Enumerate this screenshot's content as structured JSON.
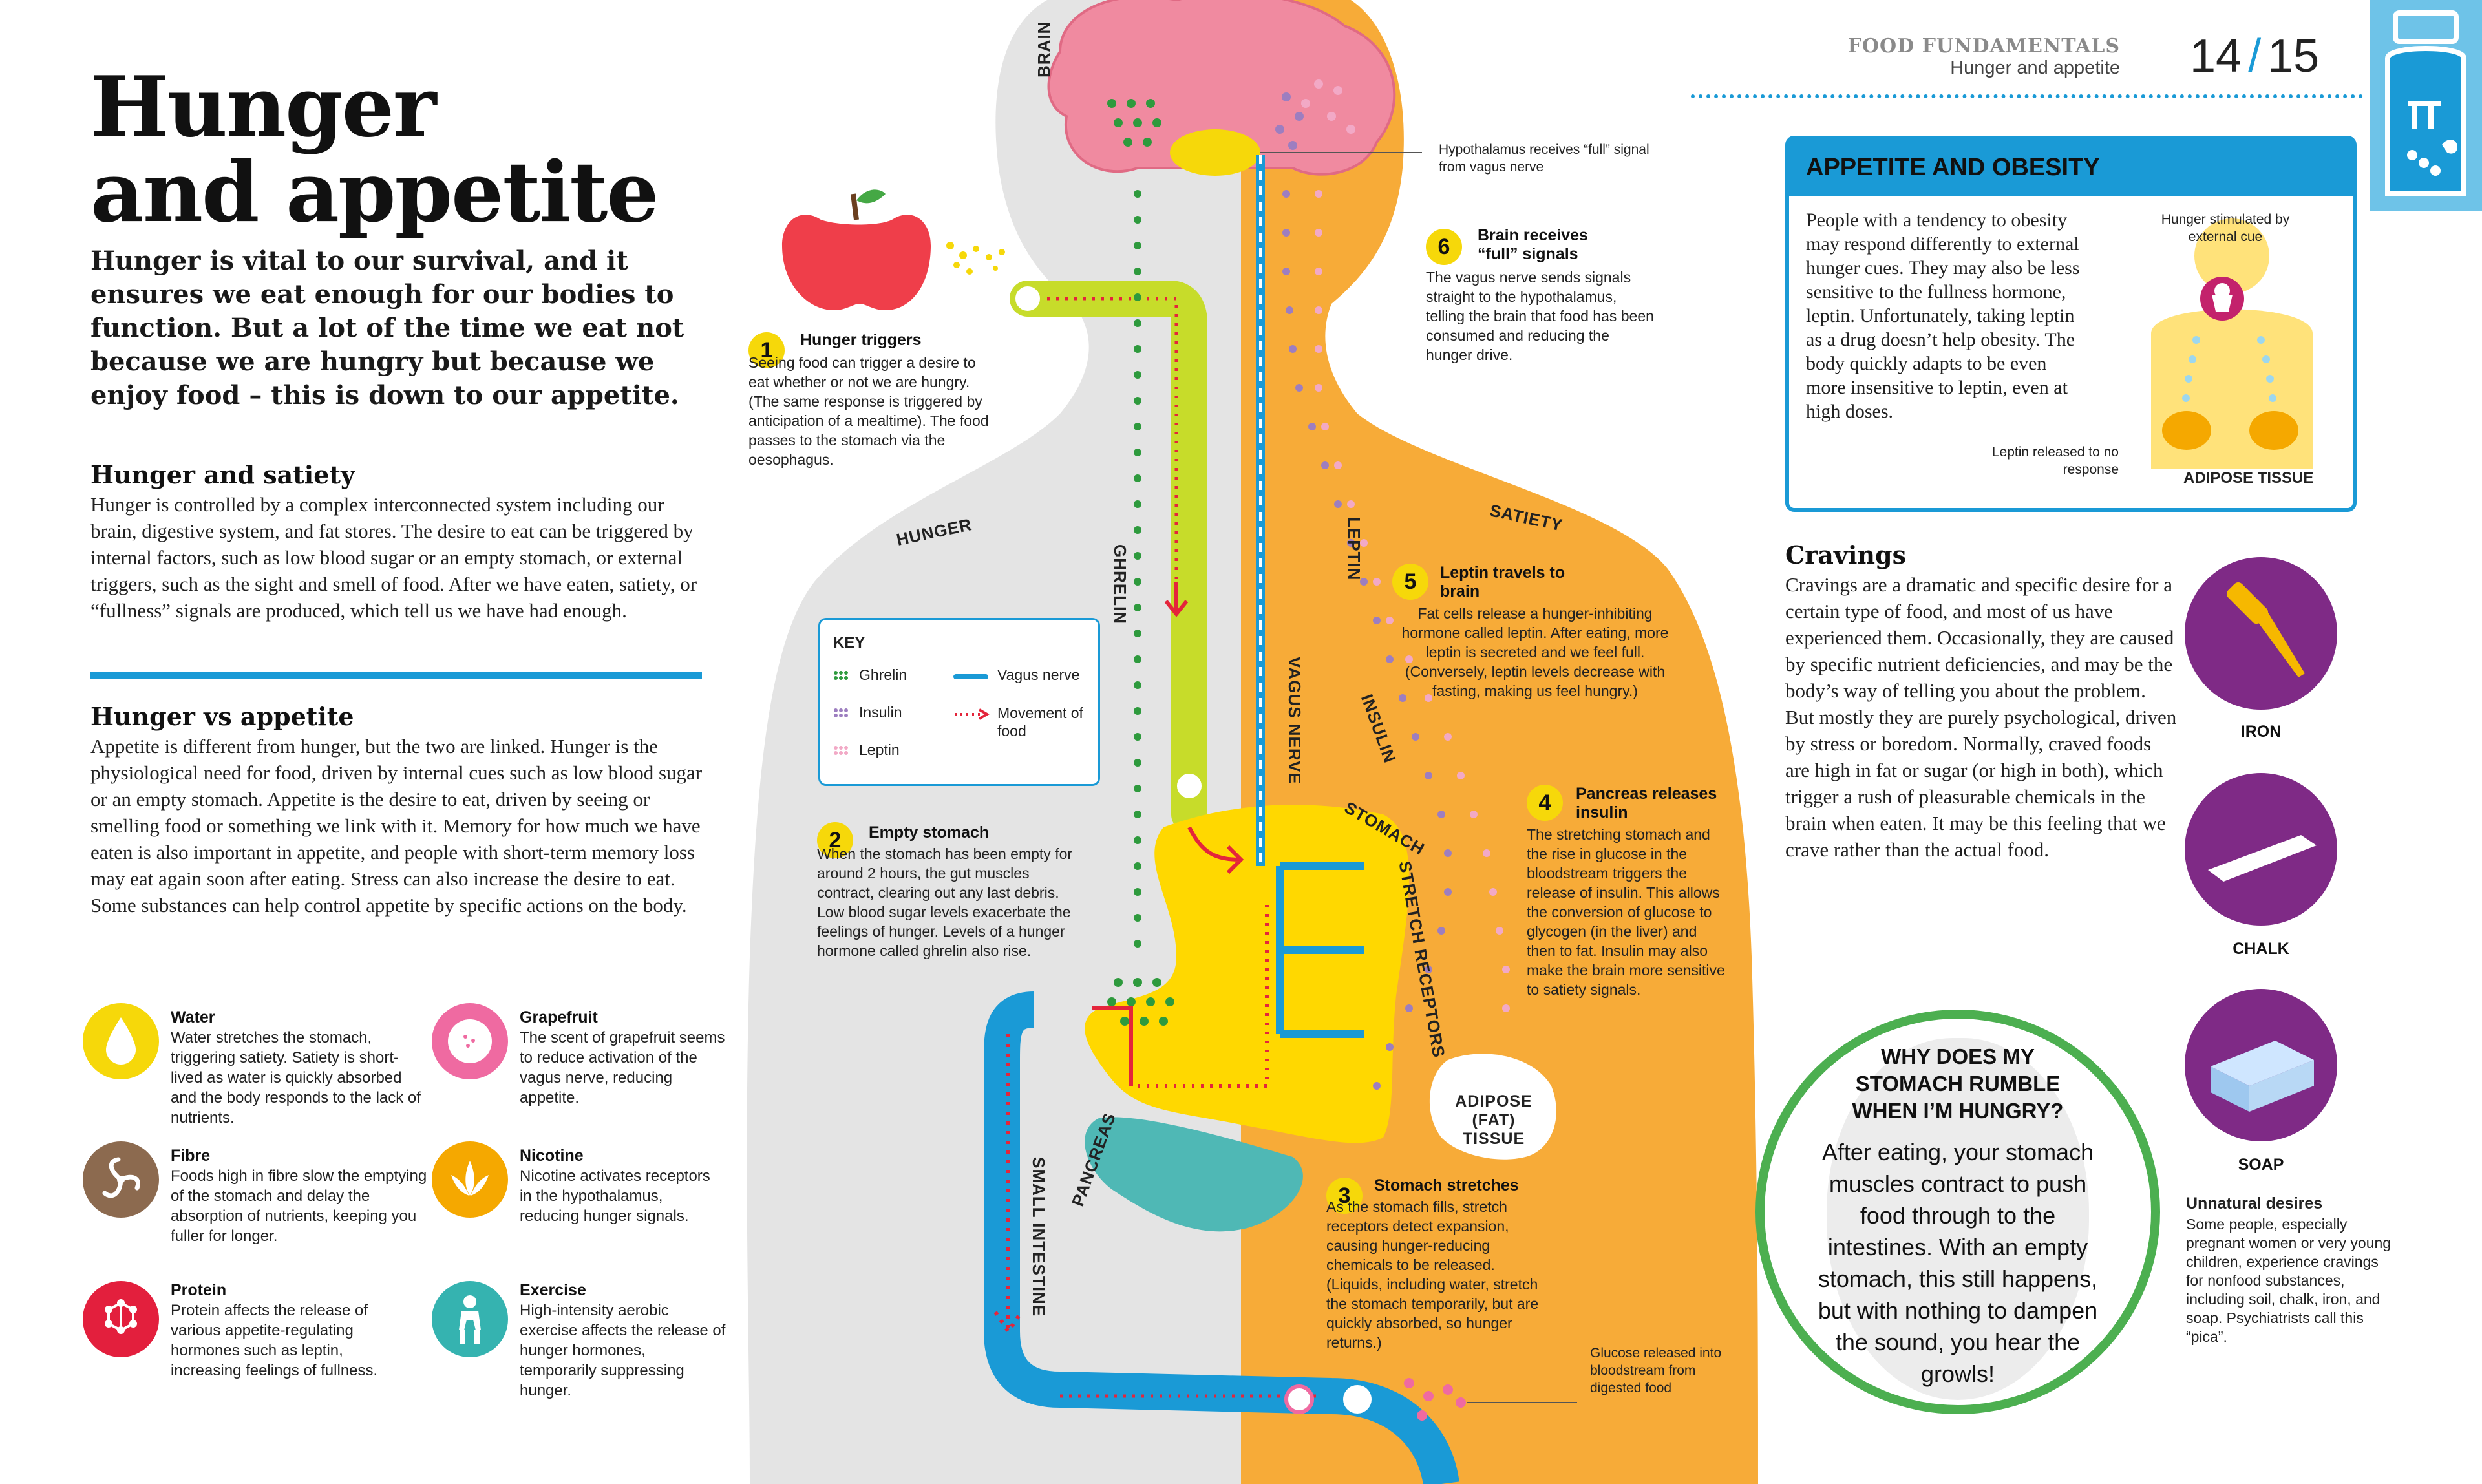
{
  "header": {
    "section": "FOOD FUNDAMENTALS",
    "subtitle": "Hunger and appetite",
    "page_left": "14",
    "page_right": "15"
  },
  "title": {
    "line1": "Hunger",
    "line2": "and appetite"
  },
  "intro": "Hunger is vital to our survival, and it ensures we eat enough for our bodies to function. But a lot of the time we eat not because we are hungry but because we enjoy food – this is down to our appetite.",
  "hunger_satiety": {
    "heading": "Hunger and satiety",
    "body": "Hunger is controlled by a complex interconnected system including our brain, digestive system, and fat stores. The desire to eat can be triggered by internal factors, such as low blood sugar or an empty stomach, or external triggers, such as the sight and smell of food. After we have eaten, satiety, or “fullness” signals are produced, which tell us we have had enough."
  },
  "hunger_vs_appetite": {
    "heading": "Hunger vs appetite",
    "body": "Appetite is different from hunger, but the two are linked. Hunger is the physiological need for food, driven by internal cues such as low blood sugar or an empty stomach. Appetite is the desire to eat, driven by seeing or smelling food or something we link with it. Memory for how much we have eaten is also important in appetite, and people with short-term memory loss may eat again soon after eating. Stress can also increase the desire to eat. Some substances can help control appetite by specific actions on the body."
  },
  "tips": [
    {
      "title": "Water",
      "body": "Water stretches the stomach, triggering satiety. Satiety is short-lived as water is quickly absorbed and the body responds to the lack of nutrients.",
      "icon": "water-drop-icon",
      "color": "#f6d80a"
    },
    {
      "title": "Grapefruit",
      "body": "The scent of grapefruit seems to reduce activation of the vagus nerve, reducing appetite.",
      "icon": "grapefruit-icon",
      "color": "#ef6aa1"
    },
    {
      "title": "Fibre",
      "body": "Foods high in fibre slow the emptying of the stomach and delay the absorption of nutrients, keeping you fuller for longer.",
      "icon": "fibre-icon",
      "color": "#8c6a4f"
    },
    {
      "title": "Nicotine",
      "body": "Nicotine activates receptors in the hypothalamus, reducing hunger signals.",
      "icon": "nicotine-icon",
      "color": "#f5a800"
    },
    {
      "title": "Protein",
      "body": "Protein affects the release of various appetite-regulating hormones such as leptin, increasing feelings of fullness.",
      "icon": "protein-icon",
      "color": "#e31f3d"
    },
    {
      "title": "Exercise",
      "body": "High-intensity aerobic exercise affects the release of hunger hormones, temporarily suppressing hunger.",
      "icon": "exercise-icon",
      "color": "#35b3b0"
    }
  ],
  "diagram": {
    "labels": {
      "brain": "BRAIN",
      "hunger": "HUNGER",
      "satiety": "SATIETY",
      "ghrelin": "GHRELIN",
      "leptin": "LEPTIN",
      "vagus_nerve": "VAGUS NERVE",
      "insulin": "INSULIN",
      "stomach": "STOMACH",
      "stretch_receptors": "STRETCH RECEPTORS",
      "pancreas": "PANCREAS",
      "small_intestine": "SMALL INTESTINE",
      "adipose": "ADIPOSE (FAT) TISSUE"
    },
    "key": {
      "title": "KEY",
      "items": [
        "Ghrelin",
        "Insulin",
        "Leptin",
        "Vagus nerve",
        "Movement of food"
      ]
    },
    "hypothalamus_note": "Hypothalamus receives “full” signal from vagus nerve",
    "glucose_note": "Glucose released into bloodstream from digested food",
    "steps": [
      {
        "num": "1",
        "title": "Hunger triggers",
        "body": "Seeing food can trigger a desire to eat whether or not we are hungry. (The same response is triggered by anticipation of a mealtime). The food passes to the stomach via the oesophagus."
      },
      {
        "num": "2",
        "title": "Empty stomach",
        "body": "When the stomach has been empty for around 2 hours, the gut muscles contract, clearing out any last debris. Low blood sugar levels exacerbate the feelings of hunger. Levels of a hunger hormone called ghrelin also rise."
      },
      {
        "num": "3",
        "title": "Stomach stretches",
        "body": "As the stomach fills, stretch receptors detect expansion, causing hunger-reducing chemicals to be released. (Liquids, including water, stretch the stomach temporarily, but are quickly absorbed, so hunger returns.)"
      },
      {
        "num": "4",
        "title": "Pancreas releases insulin",
        "body": "The stretching stomach and the rise in glucose in the bloodstream triggers the release of insulin. This allows the conversion of glucose to glycogen (in the liver) and then to fat. Insulin may also make the brain more sensitive to satiety signals."
      },
      {
        "num": "5",
        "title": "Leptin travels to brain",
        "body": "Fat cells release a hunger-inhibiting hormone called leptin. After eating, more leptin is secreted and we feel full. (Conversely, leptin levels decrease with fasting, making us feel hungry.)"
      },
      {
        "num": "6",
        "title": "Brain receives “full” signals",
        "body": "The vagus nerve sends signals straight to the hypothalamus, telling the brain that food has been consumed and reducing the hunger drive."
      }
    ]
  },
  "appetite_obesity": {
    "heading": "APPETITE AND OBESITY",
    "body": "People with a tendency to obesity may respond differently to external hunger cues. They may also be less sensitive to the fullness hormone, leptin. Unfortunately, taking leptin as a drug doesn’t help obesity. The body quickly adapts to be even more insensitive to leptin, even at high doses.",
    "note_hunger": "Hunger stimulated by external cue",
    "note_leptin": "Leptin released to no response",
    "adipose_label": "ADIPOSE TISSUE"
  },
  "cravings": {
    "heading": "Cravings",
    "body": "Cravings are a dramatic and specific desire for a certain type of food, and most of us have experienced them. Occasionally, they are caused by specific nutrient deficiencies, and may be the body’s way of telling you about the problem. But mostly they are purely psychological, driven by stress or boredom. Normally, craved foods are high in fat or sugar (or high in both), which trigger a rush of pleasurable chemicals in the brain when eaten. It may be this feeling that we crave rather than the actual food.",
    "items": [
      "IRON",
      "CHALK",
      "SOAP"
    ],
    "unnatural_heading": "Unnatural desires",
    "unnatural_body": "Some people, especially pregnant women or very young children, experience cravings for nonfood substances, including soil, chalk, iron, and soap. Psychiatrists call this “pica”."
  },
  "rumble": {
    "heading": "WHY DOES MY STOMACH RUMBLE WHEN I’M HUNGRY?",
    "body": "After eating, your stomach muscles contract to push food through to the intestines. With an empty stomach, this still happens, but with nothing to dampen the sound, you hear the growls!"
  }
}
